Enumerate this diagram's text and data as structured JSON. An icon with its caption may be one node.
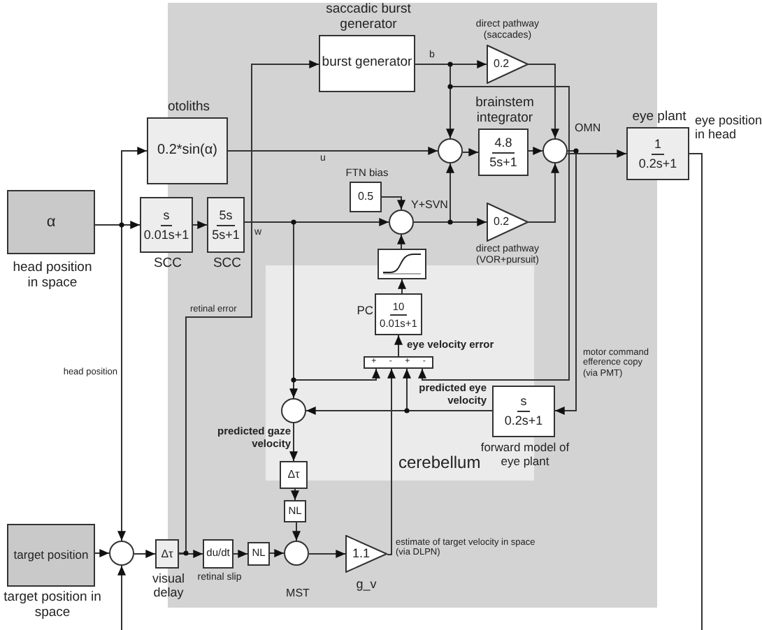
{
  "diagram": {
    "nodes": [
      {
        "text": [
          "α"
        ],
        "beside": [
          "head position in space"
        ]
      },
      {
        "text": [
          "otoliths",
          "0.2*sin(α)"
        ]
      },
      {
        "text": [
          "s",
          "0.01s+1"
        ],
        "beside": [
          "SCC"
        ]
      },
      {
        "text": [
          "5s",
          "5s+1"
        ],
        "beside": [
          "SCC"
        ]
      },
      {
        "text": [
          "saccadic burst generator",
          "burst generator"
        ]
      },
      {
        "text": [
          "direct pathway (saccades)",
          "0.2"
        ]
      },
      {
        "text": [],
        "shape": "circle"
      },
      {
        "text": [
          "brainstem integrator",
          "4.8",
          "5s+1"
        ]
      },
      {
        "text": [],
        "shape": "circle",
        "beside": [
          "OMN"
        ]
      },
      {
        "text": [
          "eye plant",
          "1",
          "0.2s+1"
        ],
        "beside": [
          "eye position in head"
        ]
      },
      {
        "text": [
          "FTN bias",
          "0.5"
        ]
      },
      {
        "text": [],
        "shape": "circle",
        "beside": [
          "Y+SVN"
        ]
      },
      {
        "text": [
          "0.2",
          "direct pathway (VOR+pursuit)"
        ]
      },
      {
        "text": [],
        "shape": "box"
      },
      {
        "text": [
          "cerebellum"
        ]
      },
      {
        "text": [
          "10",
          "0.01s+1"
        ],
        "beside": [
          "PC"
        ],
        "in": 14
      },
      {
        "text": [
          "+",
          "-",
          "+",
          "-"
        ],
        "in": 14
      },
      {
        "text": [
          "s",
          "0.2s+1"
        ],
        "beside": [
          "forward model of eye plant"
        ]
      },
      {
        "text": [],
        "shape": "circle",
        "in": 14
      },
      {
        "text": [
          "Δτ"
        ]
      },
      {
        "text": [
          "NL"
        ]
      },
      {
        "text": [],
        "shape": "circle",
        "beside": [
          "MST"
        ]
      },
      {
        "text": [
          "1.1"
        ],
        "beside": [
          "g_v"
        ]
      },
      {
        "text": [
          "target position"
        ],
        "beside": [
          "target position in space"
        ]
      },
      {
        "text": [],
        "shape": "circle"
      },
      {
        "text": [
          "Δτ"
        ],
        "beside": [
          "visual delay"
        ]
      },
      {
        "text": [
          "du/dt"
        ],
        "beside": [
          "retinal slip"
        ]
      },
      {
        "text": [
          "NL"
        ]
      }
    ],
    "edges": [
      {
        "from": 0,
        "to": 2,
        "arrow": "to"
      },
      {
        "from": 0,
        "to": 1,
        "arrow": "to"
      },
      {
        "from": 0,
        "to": 24,
        "arrow": "to",
        "label": "head position"
      },
      {
        "from": 2,
        "to": 3,
        "arrow": "to"
      },
      {
        "from": 3,
        "to": 11,
        "arrow": "to",
        "label": "w"
      },
      {
        "from": 3,
        "to": 18,
        "arrow": "to"
      },
      {
        "from": 3,
        "to": 16,
        "arrow": "to"
      },
      {
        "from": 1,
        "to": 6,
        "arrow": "to",
        "label": "u"
      },
      {
        "from": 4,
        "to": 5,
        "arrow": "to",
        "label": "b"
      },
      {
        "from": 4,
        "to": 6,
        "arrow": "to"
      },
      {
        "from": 4,
        "to": 16,
        "arrow": "to"
      },
      {
        "from": 5,
        "to": 8,
        "arrow": "to"
      },
      {
        "from": 6,
        "to": 7,
        "arrow": "to"
      },
      {
        "from": 7,
        "to": 8,
        "arrow": "to"
      },
      {
        "from": 8,
        "to": 9,
        "arrow": "to"
      },
      {
        "from": 8,
        "to": 17,
        "arrow": "to",
        "label": "motor command efference copy (via PMT)"
      },
      {
        "from": 9,
        "to": null,
        "arrow": "none"
      },
      {
        "from": null,
        "to": 24,
        "arrow": "to"
      },
      {
        "from": 10,
        "to": 11,
        "arrow": "to"
      },
      {
        "from": 11,
        "to": 12,
        "arrow": "to"
      },
      {
        "from": 11,
        "to": 6,
        "arrow": "to"
      },
      {
        "from": 12,
        "to": 8,
        "arrow": "to"
      },
      {
        "from": 13,
        "to": 11,
        "arrow": "to"
      },
      {
        "from": 15,
        "to": 13,
        "arrow": "to"
      },
      {
        "from": 16,
        "to": 15,
        "arrow": "to",
        "label": "eye velocity error"
      },
      {
        "from": 17,
        "to": 16,
        "arrow": "to"
      },
      {
        "from": 17,
        "to": 18,
        "arrow": "to",
        "label": "predicted eye velocity"
      },
      {
        "from": 18,
        "to": 19,
        "arrow": "to",
        "label": "predicted gaze velocity"
      },
      {
        "from": 19,
        "to": 20,
        "arrow": "to"
      },
      {
        "from": 20,
        "to": 21,
        "arrow": "to"
      },
      {
        "from": 23,
        "to": 24,
        "arrow": "to"
      },
      {
        "from": 24,
        "to": 25,
        "arrow": "to"
      },
      {
        "from": 25,
        "to": 26,
        "arrow": "to"
      },
      {
        "from": 26,
        "to": 27,
        "arrow": "to"
      },
      {
        "from": 27,
        "to": 21,
        "arrow": "to"
      },
      {
        "from": 21,
        "to": 22,
        "arrow": "to"
      },
      {
        "from": 22,
        "to": 16,
        "arrow": "to",
        "label": "estimate of target velocity in space (via DLPN)"
      },
      {
        "from": 25,
        "to": 4,
        "arrow": "to",
        "label": "retinal error"
      }
    ]
  }
}
